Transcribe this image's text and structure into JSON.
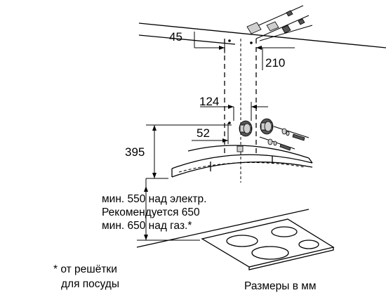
{
  "dimensions": {
    "d45": "45",
    "d210": "210",
    "d124": "124",
    "d52": "52",
    "d395": "395"
  },
  "notes": {
    "line1": "мин. 550 над электр.",
    "line2": "Рекомендуется 650",
    "line3": "мин. 650 над газ.*",
    "footnote1": "* от решётки",
    "footnote2": "для посуды",
    "units": "Размеры в мм"
  }
}
